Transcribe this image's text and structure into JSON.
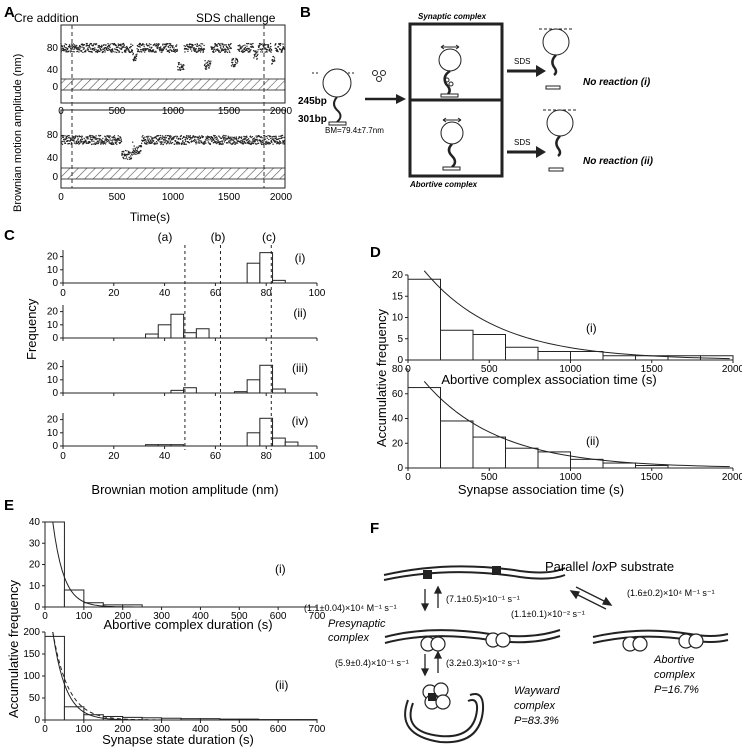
{
  "panel_labels": {
    "A": "A",
    "B": "B",
    "C": "C",
    "D": "D",
    "E": "E",
    "F": "F"
  },
  "panelA": {
    "ylabel": "Brownian motion amplitude (nm)",
    "xlabel": "Time(s)",
    "label_cre": "Cre addition",
    "label_sds": "SDS challenge",
    "yticks": [
      "0",
      "40",
      "80"
    ],
    "xticks": [
      "0",
      "500",
      "1000",
      "1500",
      "2000"
    ]
  },
  "panelB": {
    "synaptic": "Synaptic complex",
    "abortive": "Abortive complex",
    "sds1": "SDS",
    "sds2": "SDS",
    "noreact1": "No reaction (i)",
    "noreact2": "No reaction (ii)",
    "bp245": "245bp",
    "bp301": "301bp",
    "bm": "BM=79.4±7.7nm"
  },
  "panelC": {
    "ylabel": "Frequency",
    "xlabel": "Brownian motion amplitude (nm)",
    "markers": [
      "(a)",
      "(b)",
      "(c)"
    ],
    "subs": [
      "(i)",
      "(ii)",
      "(iii)",
      "(iv)"
    ],
    "yticks": [
      "0",
      "10",
      "20"
    ],
    "xticks": [
      "0",
      "20",
      "40",
      "60",
      "80",
      "100"
    ]
  },
  "panelD": {
    "ylabel": "Accumulative frequency",
    "xlabel1": "Abortive complex association time (s)",
    "xlabel2": "Synapse association time (s)",
    "sub1": "(i)",
    "sub2": "(ii)",
    "yticks1": [
      "0",
      "5",
      "10",
      "15",
      "20"
    ],
    "yticks2": [
      "0",
      "20",
      "40",
      "60",
      "80"
    ],
    "xticks": [
      "0",
      "500",
      "1000",
      "1500",
      "2000"
    ]
  },
  "panelE": {
    "ylabel": "Accumulative frequency",
    "xlabel1": "Abortive complex duration (s)",
    "xlabel2": "Synapse state duration (s)",
    "sub1": "(i)",
    "sub2": "(ii)",
    "yticks1": [
      "0",
      "10",
      "20",
      "30",
      "40"
    ],
    "yticks2": [
      "0",
      "50",
      "100",
      "150",
      "200"
    ],
    "xticks": [
      "0",
      "100",
      "200",
      "300",
      "400",
      "500",
      "600",
      "700"
    ]
  },
  "panelF": {
    "substrate_prefix": "Parallel ",
    "substrate_italic": "lox",
    "substrate_suffix": "P substrate",
    "presynaptic1": "Presynaptic",
    "presynaptic2": "complex",
    "wayward1": "Wayward",
    "wayward2": "complex",
    "wayward_p": "P=83.3%",
    "abortive1": "Abortive",
    "abortive2": "complex",
    "abortive_p": "P=16.7%",
    "k1": "(1.1±0.04)×10⁴ M⁻¹ s⁻¹",
    "k2": "(7.1±0.5)×10⁻¹ s⁻¹",
    "k3": "(1.6±0.2)×10⁴ M⁻¹ s⁻¹",
    "k4": "(1.1±0.1)×10⁻² s⁻¹",
    "k5": "(5.9±0.4)×10⁻¹ s⁻¹",
    "k6": "(3.2±0.3)×10⁻² s⁻¹"
  },
  "chart_data": [
    {
      "type": "bar",
      "title": "",
      "xlabel": "Brownian motion amplitude (nm)",
      "ylabel": "Frequency",
      "subpanel": "(i)",
      "xlim": [
        0,
        100
      ],
      "ylim": [
        0,
        25
      ],
      "x": [
        75,
        80,
        85
      ],
      "values": [
        15,
        23,
        2
      ]
    },
    {
      "type": "bar",
      "subpanel": "(ii)",
      "xlim": [
        0,
        100
      ],
      "ylim": [
        0,
        25
      ],
      "x": [
        35,
        40,
        45,
        50,
        55,
        60
      ],
      "values": [
        3,
        10,
        18,
        4,
        7,
        0
      ]
    },
    {
      "type": "bar",
      "subpanel": "(iii)",
      "xlim": [
        0,
        100
      ],
      "ylim": [
        0,
        25
      ],
      "x": [
        45,
        50,
        70,
        75,
        80,
        85
      ],
      "values": [
        2,
        4,
        1,
        10,
        21,
        3
      ]
    },
    {
      "type": "bar",
      "subpanel": "(iv)",
      "xlim": [
        0,
        100
      ],
      "ylim": [
        0,
        25
      ],
      "x": [
        35,
        40,
        45,
        75,
        80,
        85,
        90
      ],
      "values": [
        1,
        1,
        1,
        10,
        21,
        6,
        3
      ]
    },
    {
      "type": "bar",
      "subpanel": "D(i)",
      "xlabel": "Abortive complex association time (s)",
      "xlim": [
        0,
        2000
      ],
      "ylim": [
        0,
        20
      ],
      "x": [
        100,
        300,
        500,
        700,
        900,
        1100,
        1300,
        1500,
        1700,
        1900
      ],
      "values": [
        19,
        7,
        6,
        3,
        2,
        2,
        1,
        1,
        1,
        1
      ]
    },
    {
      "type": "bar",
      "subpanel": "D(ii)",
      "xlabel": "Synapse association time (s)",
      "xlim": [
        0,
        2000
      ],
      "ylim": [
        0,
        80
      ],
      "x": [
        100,
        300,
        500,
        700,
        900,
        1100,
        1300,
        1500
      ],
      "values": [
        65,
        38,
        25,
        16,
        13,
        7,
        4,
        2
      ]
    },
    {
      "type": "bar",
      "subpanel": "E(i)",
      "xlabel": "Abortive complex duration (s)",
      "xlim": [
        0,
        700
      ],
      "ylim": [
        0,
        40
      ],
      "x": [
        25,
        75,
        125,
        175,
        225,
        275,
        325
      ],
      "values": [
        40,
        8,
        2,
        1,
        1,
        0,
        0
      ]
    },
    {
      "type": "bar",
      "subpanel": "E(ii)",
      "xlabel": "Synapse state duration (s)",
      "xlim": [
        0,
        700
      ],
      "ylim": [
        0,
        200
      ],
      "x": [
        25,
        75,
        125,
        175,
        225,
        275,
        325,
        375,
        425,
        475,
        525,
        575,
        625,
        675
      ],
      "values": [
        190,
        30,
        12,
        8,
        6,
        5,
        4,
        3,
        3,
        2,
        2,
        1,
        1,
        1
      ]
    }
  ],
  "colors": {
    "ink": "#222222",
    "hatch": "#555555"
  }
}
